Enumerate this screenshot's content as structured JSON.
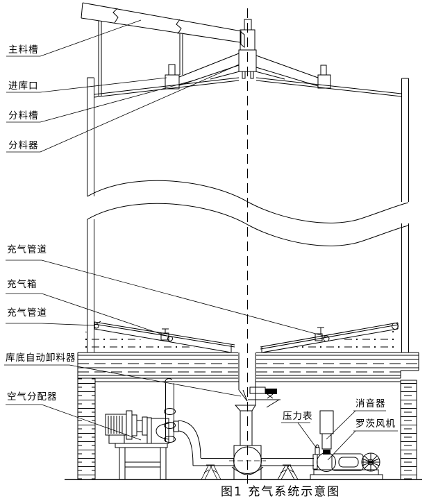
{
  "figure": {
    "caption": "图1  充气系统示意图",
    "labels": {
      "main_chute": "主料槽",
      "silo_inlet": "进库口",
      "distribution_chute": "分料槽",
      "distributor": "分料器",
      "aeration_pipe_upper": "充气管道",
      "aeration_box": "充气箱",
      "aeration_pipe_lower": "充气管道",
      "bottom_discharger": "库底自动卸料器",
      "air_distributor": "空气分配器",
      "pressure_gauge": "压力表",
      "muffler": "消音器",
      "roots_blower": "罗茨风机"
    },
    "colors": {
      "line": "#000000",
      "background": "#ffffff"
    }
  }
}
